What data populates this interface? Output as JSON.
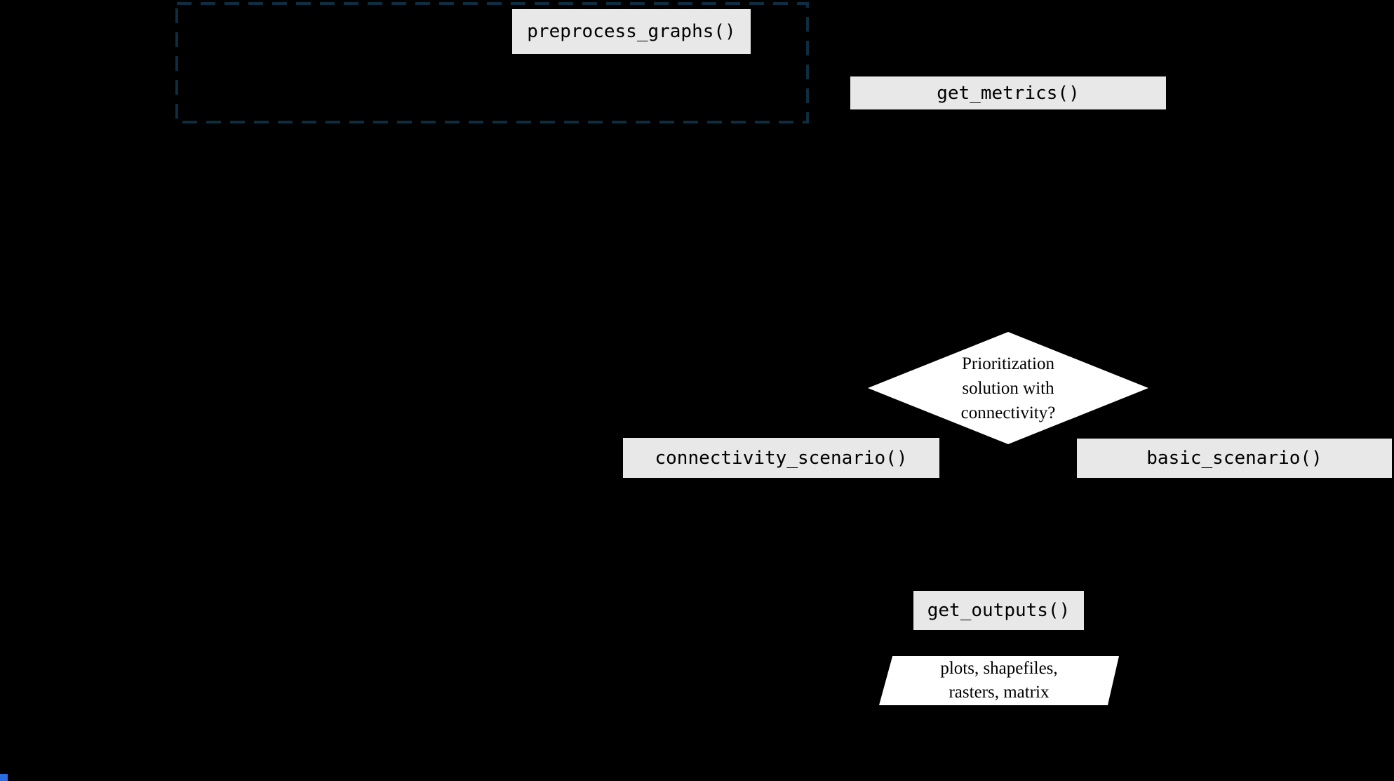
{
  "colors": {
    "background": "#000000",
    "node_fill": "#e8e8e8",
    "decision_fill": "#ffffff",
    "io_fill": "#ffffff",
    "text": "#000000",
    "group_border": "#0e2d40",
    "corner_mark": "#2b6be0"
  },
  "diagram": {
    "type": "flowchart",
    "nodes": {
      "preprocess": {
        "label": "preprocess_graphs()",
        "shape": "process-box"
      },
      "get_metrics": {
        "label": "get_metrics()",
        "shape": "process-box"
      },
      "decision": {
        "shape": "diamond",
        "lines": [
          "Prioritization",
          "solution with",
          "connectivity?"
        ]
      },
      "connectivity_scenario": {
        "label": "connectivity_scenario()",
        "shape": "process-box"
      },
      "basic_scenario": {
        "label": "basic_scenario()",
        "shape": "process-box"
      },
      "get_outputs": {
        "label": "get_outputs()",
        "shape": "process-box"
      },
      "outputs_io": {
        "shape": "parallelogram",
        "lines": [
          "plots, shapefiles,",
          "rasters, matrix"
        ]
      }
    },
    "groups": {
      "preprocessing_region": {
        "style": "dashed-rectangle"
      }
    }
  }
}
